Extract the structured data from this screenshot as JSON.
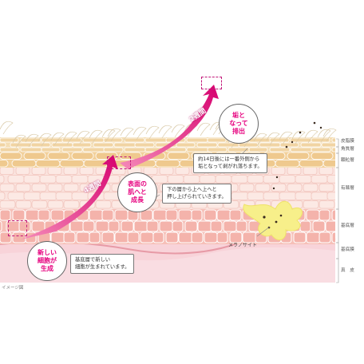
{
  "layers": [
    {
      "id": "horny",
      "label": "皮脂膜"
    },
    {
      "id": "stratum",
      "label": "角質層"
    },
    {
      "id": "granular",
      "label": "顆粒層"
    },
    {
      "id": "spinous",
      "label": "有棘層"
    },
    {
      "id": "basal",
      "label": "基底層"
    },
    {
      "id": "basement",
      "label": "基底膜"
    },
    {
      "id": "dermis",
      "label": "真　皮"
    }
  ],
  "stages": {
    "new": "新しい\n細胞が\n生成",
    "surface": "表面の\n肌へと\n成長",
    "shed": "垢と\nなって\n排出"
  },
  "notes": {
    "basal": "基底層で新しい\n細胞が生まれています。",
    "push": "下の層から上へ上へと\n押し上げられていきます。",
    "day14": "約14日後には一番外側から\n垢となって剥がれ落ちます。"
  },
  "weeks": {
    "w4": "4週間",
    "w2": "2週間"
  },
  "melanocyte": "メラノサイト",
  "caption": "イメージ図",
  "colors": {
    "accent": "#e6007e",
    "granular": "#f3d7a6",
    "spinous": "#fbe1dd",
    "basal": "#f6bcb4",
    "dermis": "#f7d0d6"
  }
}
